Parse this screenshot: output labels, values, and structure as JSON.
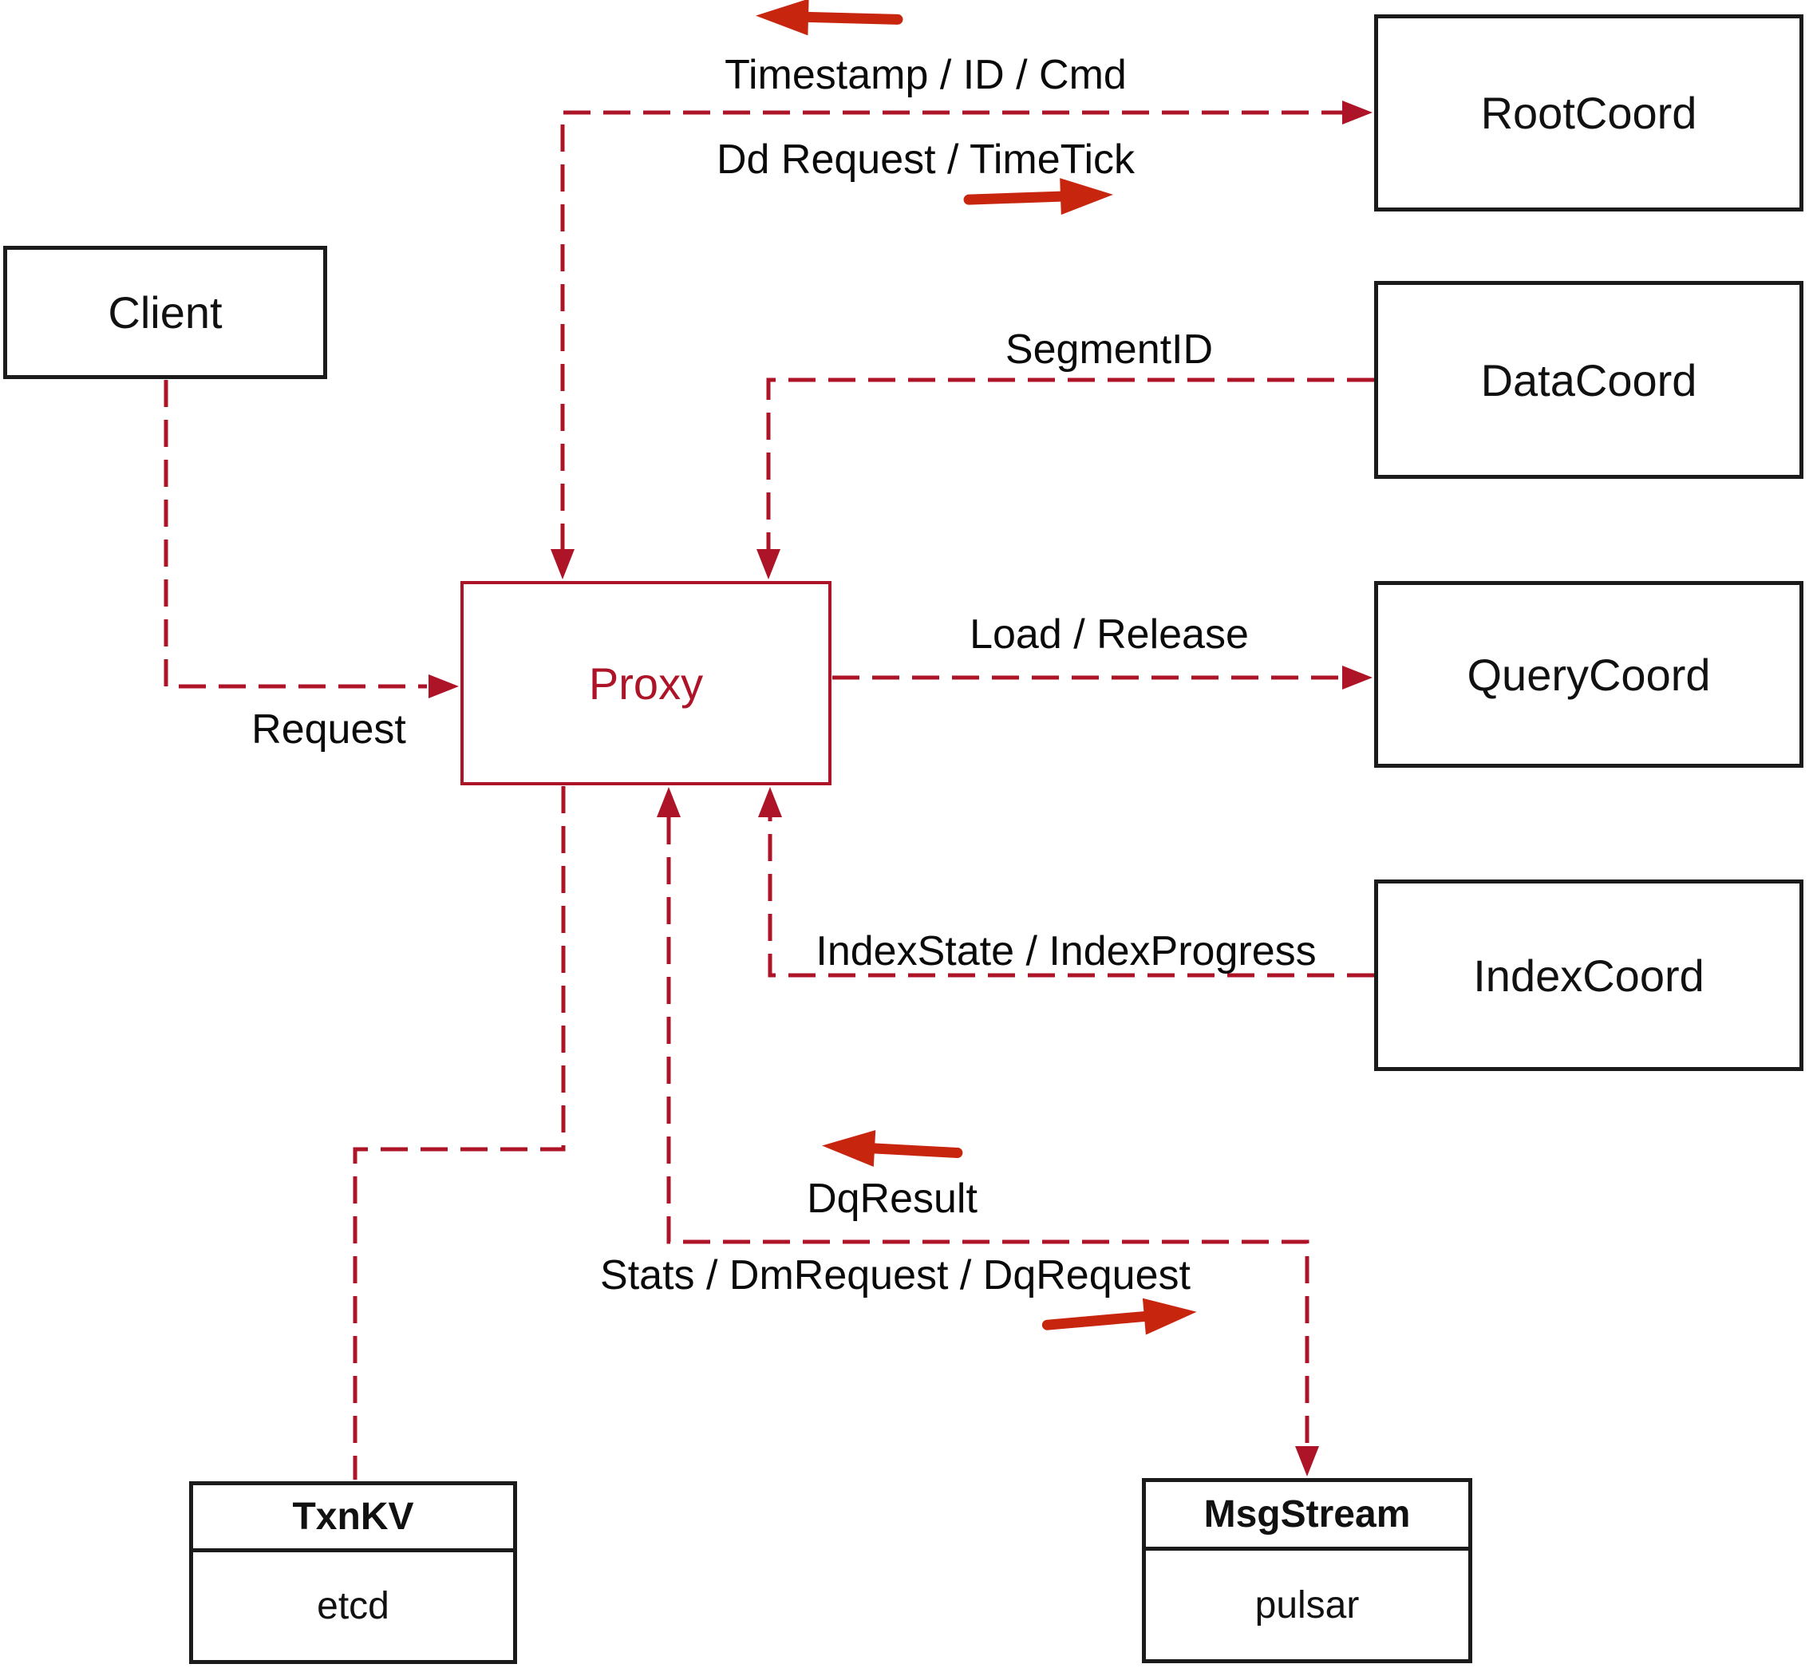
{
  "nodes": {
    "client": {
      "label": "Client"
    },
    "proxy": {
      "label": "Proxy"
    },
    "root_coord": {
      "label": "RootCoord"
    },
    "data_coord": {
      "label": "DataCoord"
    },
    "query_coord": {
      "label": "QueryCoord"
    },
    "index_coord": {
      "label": "IndexCoord"
    },
    "txn_kv": {
      "title": "TxnKV",
      "impl": "etcd"
    },
    "msg_stream": {
      "title": "MsgStream",
      "impl": "pulsar"
    }
  },
  "edges": {
    "timestamp_id_cmd": "Timestamp / ID / Cmd",
    "dd_request_timetick": "Dd Request / TimeTick",
    "segment_id": "SegmentID",
    "load_release": "Load / Release",
    "request": "Request",
    "index_state_progress": "IndexState / IndexProgress",
    "dq_result": "DqResult",
    "stats_dm_dq_request": "Stats / DmRequest / DqRequest"
  },
  "colors": {
    "connector_dashed": "#ad1428",
    "solid_direction_arrow": "#c8250f",
    "box_border": "#1b1b1b",
    "proxy_accent": "#ad1428",
    "label_text": "#0a0a0a"
  }
}
